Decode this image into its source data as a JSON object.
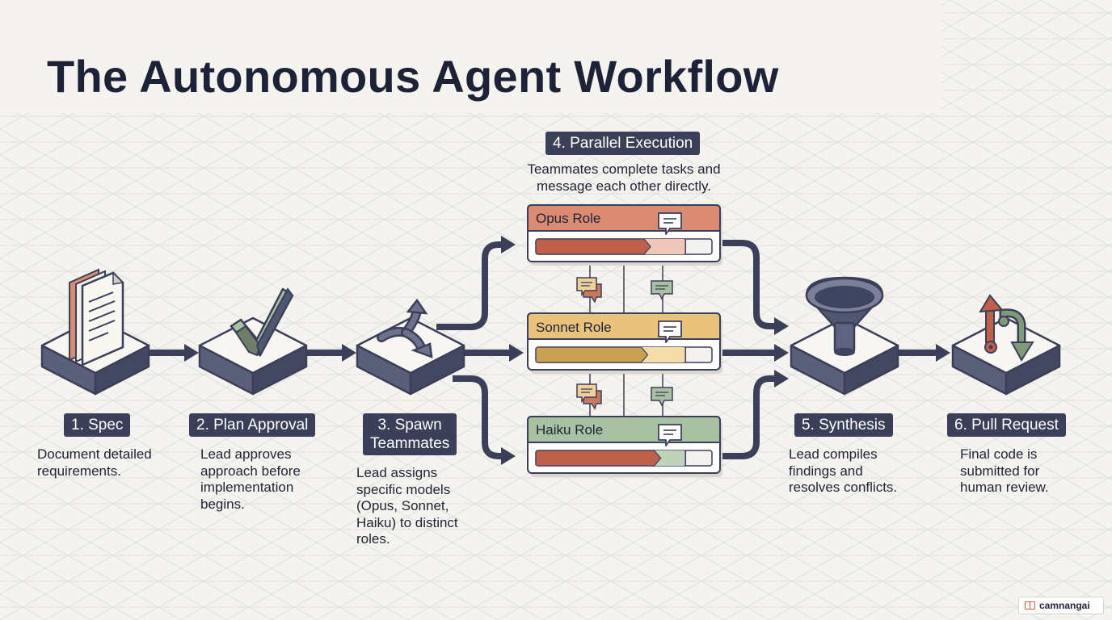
{
  "title": "The Autonomous Agent Workflow",
  "steps": [
    {
      "label": "1. Spec",
      "description": [
        "Document detailed",
        "requirements."
      ]
    },
    {
      "label": "2. Plan Approval",
      "description": [
        "Lead approves",
        "approach before",
        "implementation",
        "begins."
      ]
    },
    {
      "label": [
        "3. Spawn",
        "Teammates"
      ],
      "description": [
        "Lead assigns",
        "specific models",
        "(Opus, Sonnet,",
        "Haiku) to distinct",
        "roles."
      ]
    },
    {
      "label": "4. Parallel Execution",
      "description": [
        "Teammates complete tasks and",
        "message each other directly."
      ]
    },
    {
      "label": "5. Synthesis",
      "description": [
        "Lead compiles",
        "findings and",
        "resolves conflicts."
      ]
    },
    {
      "label": "6. Pull Request",
      "description": [
        "Final code is",
        "submitted for",
        "human review."
      ]
    }
  ],
  "roles": [
    {
      "name": "Opus Role",
      "progress": 0.75,
      "color": "#d98b73",
      "fill": "#c0604a",
      "light": "#eec7b8"
    },
    {
      "name": "Sonnet Role",
      "progress": 0.73,
      "color": "#e9c27c",
      "fill": "#c8a04f",
      "light": "#f2dca9"
    },
    {
      "name": "Haiku Role",
      "progress": 0.82,
      "color": "#a9c1a3",
      "fill": "#c0604a",
      "light": "#bfd2ba"
    }
  ],
  "icons": [
    "document-icon",
    "checkmark-icon",
    "branch-icon",
    "funnel-icon",
    "pull-request-icon",
    "chat-bubble-icon"
  ],
  "brand": "camnangai",
  "colors": {
    "dark": "#3b3f58",
    "arrow": "#3b3f58",
    "opus": "#d98b73",
    "sonnet": "#e9c27c",
    "haiku": "#a9c1a3"
  }
}
